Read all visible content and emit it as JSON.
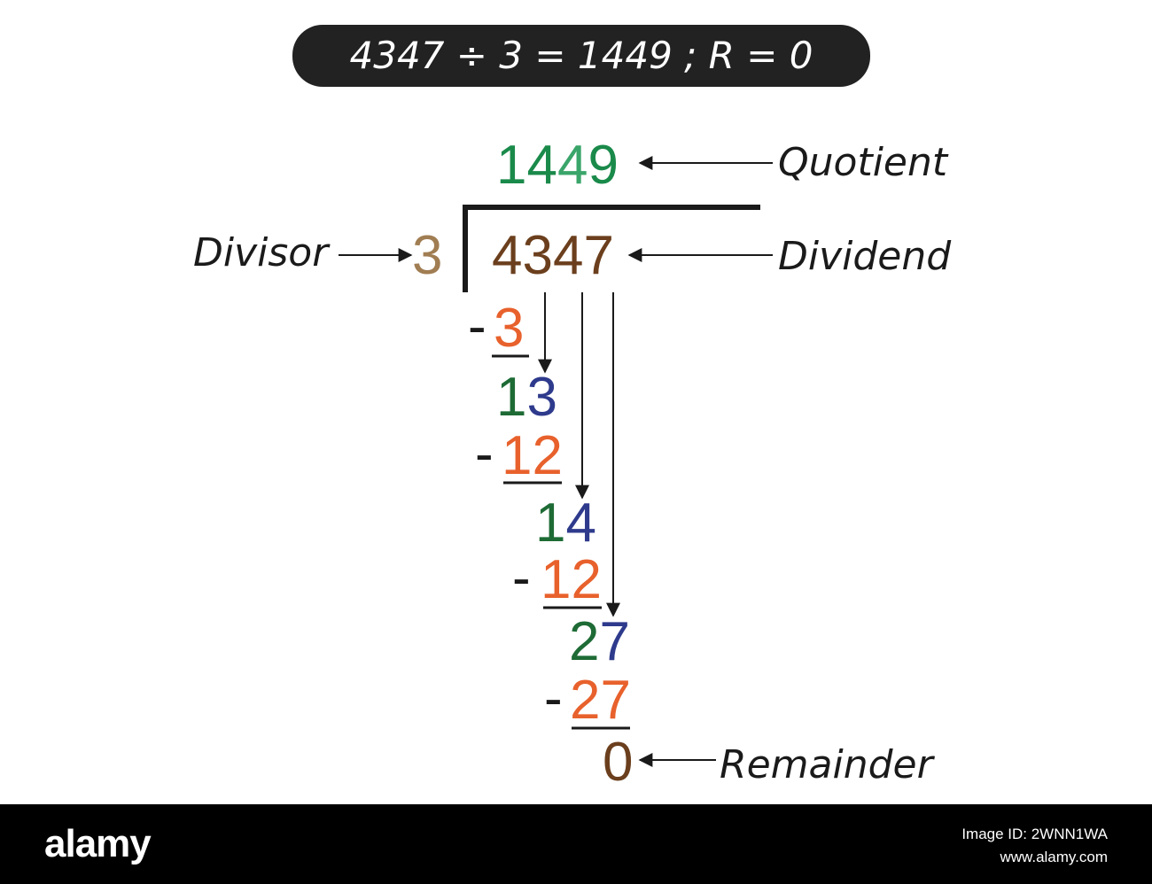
{
  "equation": "4347 ÷ 3 = 1449 ; R = 0",
  "quotient": [
    "1",
    "4",
    "4",
    "9"
  ],
  "divisor": "3",
  "dividend": [
    "4",
    "3",
    "4",
    "7"
  ],
  "steps": [
    {
      "minus": "-",
      "subtract": "3"
    },
    {
      "bring": [
        "1",
        "3"
      ]
    },
    {
      "minus": "-",
      "subtract": "12"
    },
    {
      "bring": [
        "1",
        "4"
      ]
    },
    {
      "minus": "-",
      "subtract": "12"
    },
    {
      "bring": [
        "2",
        "7"
      ]
    },
    {
      "minus": "-",
      "subtract": "27"
    }
  ],
  "remainder": "0",
  "labels": {
    "quotient": "Quotient",
    "divisor": "Divisor",
    "dividend": "Dividend",
    "remainder": "Remainder"
  },
  "colors": {
    "green": "#1a8a4a",
    "dark_green": "#1e6b35",
    "brown": "#6b3f1d",
    "divisor_brown": "#a07d52",
    "orange": "#e8612c",
    "blue": "#2e3a8c",
    "banner": "#222222"
  },
  "footer": {
    "brand": "alamy",
    "image_id": "Image ID: 2WNN1WA",
    "url": "www.alamy.com"
  }
}
